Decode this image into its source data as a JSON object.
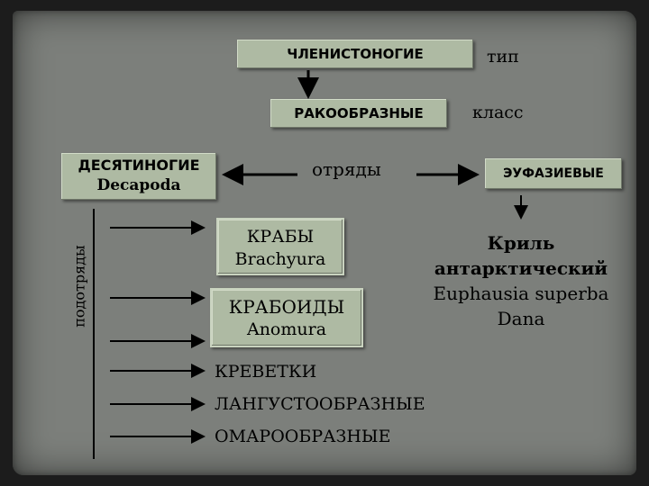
{
  "phylum": {
    "name": "ЧЛЕНИСТОНОГИЕ",
    "rank": "тип"
  },
  "klass": {
    "name": "РАКООБРАЗНЫЕ",
    "rank": "класс"
  },
  "orders_label": "отряды",
  "decapoda": {
    "name": "ДЕСЯТИНОГИЕ",
    "latin": "Decapoda"
  },
  "euphausiacea": {
    "name": "ЭУФАЗИЕВЫЕ"
  },
  "suborders_label": "подотряды",
  "crabs": {
    "name": "КРАБЫ",
    "latin": "Brachyura"
  },
  "crabloids": {
    "name": "КРАБОИДЫ",
    "latin": "Anomura"
  },
  "other_suborders": [
    "КРЕВЕТКИ",
    "ЛАНГУСТООБРАЗНЫЕ",
    "ОМАРООБРАЗНЫЕ"
  ],
  "krill": {
    "lines": [
      "Криль",
      "антарктический",
      "Euphausia superba",
      "Dana"
    ]
  }
}
